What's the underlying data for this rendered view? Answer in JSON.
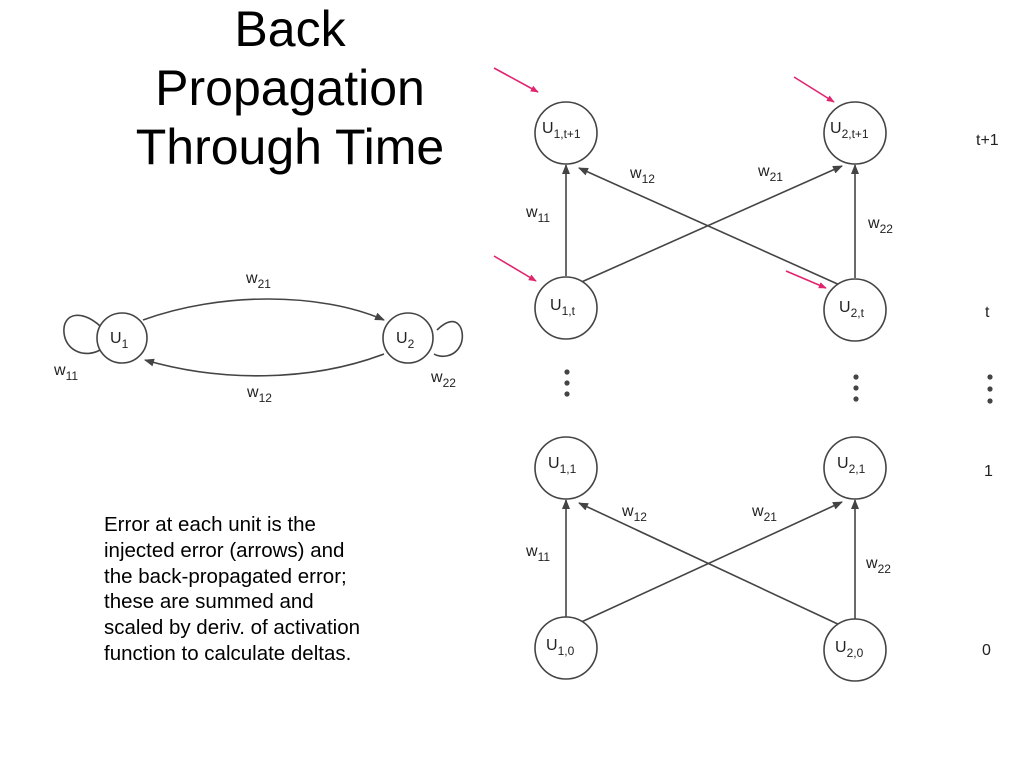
{
  "title_lines": [
    "Back",
    "Propagation",
    "Through Time"
  ],
  "caption_lines": [
    "Error at each unit is the",
    "injected error (arrows) and",
    "the back-propagated error;",
    "these are summed and",
    "scaled by deriv. of activation",
    "function to calculate deltas."
  ],
  "recurrent_net": {
    "units": [
      {
        "base": "U",
        "sub": "1"
      },
      {
        "base": "U",
        "sub": "2"
      }
    ],
    "weights": {
      "w21": {
        "base": "w",
        "sub": "21"
      },
      "w12": {
        "base": "w",
        "sub": "12"
      },
      "w11": {
        "base": "w",
        "sub": "11"
      },
      "w22": {
        "base": "w",
        "sub": "22"
      }
    }
  },
  "unrolled_net": {
    "nodes": {
      "u1_tp1": {
        "base": "U",
        "sub": "1,t+1"
      },
      "u2_tp1": {
        "base": "U",
        "sub": "2,t+1"
      },
      "u1_t": {
        "base": "U",
        "sub": "1,t"
      },
      "u2_t": {
        "base": "U",
        "sub": "2,t"
      },
      "u1_1": {
        "base": "U",
        "sub": "1,1"
      },
      "u2_1": {
        "base": "U",
        "sub": "2,1"
      },
      "u1_0": {
        "base": "U",
        "sub": "1,0"
      },
      "u2_0": {
        "base": "U",
        "sub": "2,0"
      }
    },
    "weights": {
      "w11": {
        "base": "w",
        "sub": "11"
      },
      "w12": {
        "base": "w",
        "sub": "12"
      },
      "w21": {
        "base": "w",
        "sub": "21"
      },
      "w22": {
        "base": "w",
        "sub": "22"
      }
    },
    "time_labels": [
      "t+1",
      "t",
      "1",
      "0"
    ],
    "injected_error_arrow_color": "#e0246e"
  }
}
